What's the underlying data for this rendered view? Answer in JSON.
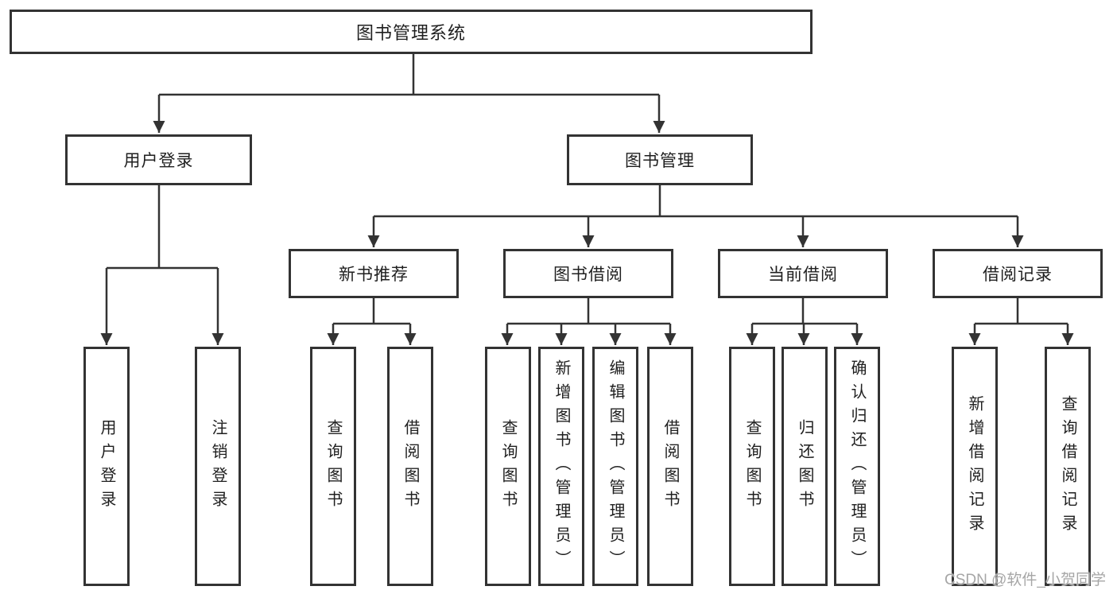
{
  "colors": {
    "line": "#333333",
    "background": "#ffffff",
    "text": "#1f1f1f",
    "watermark": "#a6a6a6"
  },
  "diagram": {
    "root": {
      "label": "图书管理系统",
      "children": [
        {
          "label": "用户登录",
          "children": [
            {
              "label": "用户登录"
            },
            {
              "label": "注销登录"
            }
          ]
        },
        {
          "label": "图书管理",
          "children": [
            {
              "label": "新书推荐",
              "children": [
                {
                  "label": "查询图书"
                },
                {
                  "label": "借阅图书"
                }
              ]
            },
            {
              "label": "图书借阅",
              "children": [
                {
                  "label": "查询图书"
                },
                {
                  "label": "新增图书（管理员）"
                },
                {
                  "label": "编辑图书（管理员）"
                },
                {
                  "label": "借阅图书"
                }
              ]
            },
            {
              "label": "当前借阅",
              "children": [
                {
                  "label": "查询图书"
                },
                {
                  "label": "归还图书"
                },
                {
                  "label": "确认归还（管理员）"
                }
              ]
            },
            {
              "label": "借阅记录",
              "children": [
                {
                  "label": "新增借阅记录"
                },
                {
                  "label": "查询借阅记录"
                }
              ]
            }
          ]
        }
      ]
    }
  },
  "watermark": {
    "text": "CSDN @软件_小贺同学"
  }
}
